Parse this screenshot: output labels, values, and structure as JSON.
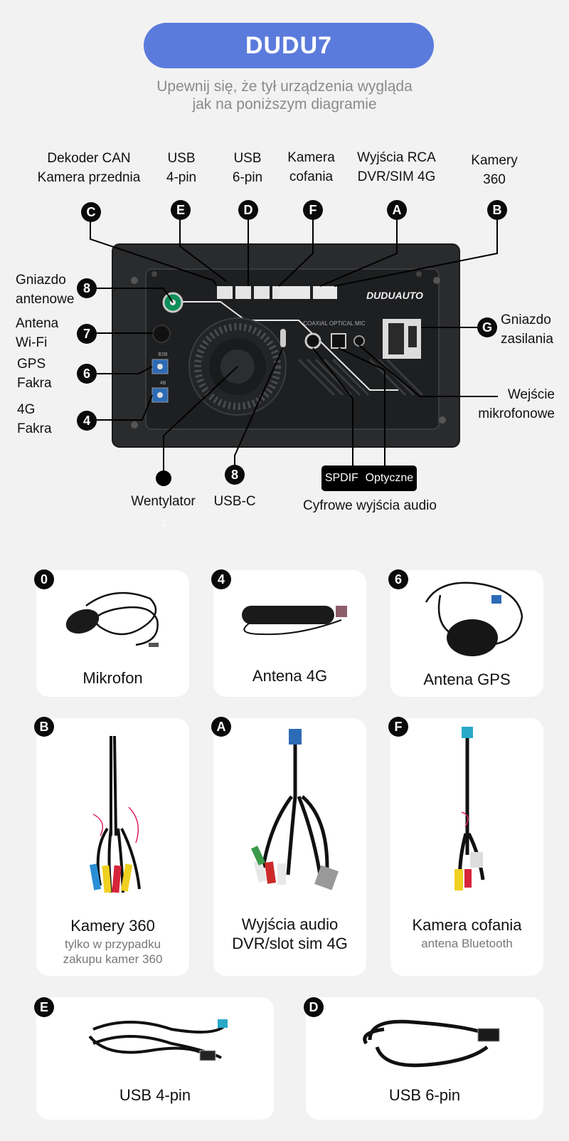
{
  "header": {
    "title": "DUDU7",
    "subtitle_line1": "Upewnij się, że tył urządzenia wygląda",
    "subtitle_line2": "jak na poniższym diagramie"
  },
  "diagram": {
    "brand": "DUDUAUTO",
    "port_text": "COAXIAL  OPTICAL  MIC",
    "fakra_gps_code": "B2B",
    "fakra_4g_code": "4B",
    "top_labels": [
      {
        "line1": "Dekoder CAN",
        "line2": "Kamera przednia",
        "badge": "C"
      },
      {
        "line1": "USB",
        "line2": "4-pin",
        "badge": "E"
      },
      {
        "line1": "USB",
        "line2": "6-pin",
        "badge": "D"
      },
      {
        "line1": "Kamera",
        "line2": "cofania",
        "badge": "F"
      },
      {
        "line1": "Wyjścia RCA",
        "line2": "DVR/SIM 4G",
        "badge": "A"
      },
      {
        "line1": "Kamery",
        "line2": "360",
        "badge": "B"
      }
    ],
    "left_labels": [
      {
        "line1": "Gniazdo",
        "line2": "antenowe",
        "badge": "8"
      },
      {
        "line1": "Antena",
        "line2": "Wi-Fi",
        "badge": "7"
      },
      {
        "line1": "GPS",
        "line2": "Fakra",
        "badge": "6"
      },
      {
        "line1": "4G",
        "line2": "Fakra",
        "badge": "4"
      }
    ],
    "right_labels": [
      {
        "line1": "Gniazdo",
        "line2": "zasilania",
        "badge": "G"
      },
      {
        "line1": "Wejście",
        "line2": "mikrofonowe"
      }
    ],
    "bottom": {
      "fan_label": "Wentylator",
      "fan_sub": "3",
      "usbc_label": "USB-C",
      "usbc_badge": "8",
      "spdif": "SPDIF",
      "optical": "Optyczne",
      "digital_audio": "Cyfrowe wyjścia audio"
    }
  },
  "cards": [
    {
      "badge": "0",
      "title": "Mikrofon"
    },
    {
      "badge": "4",
      "title": "Antena 4G"
    },
    {
      "badge": "6",
      "title": "Antena GPS"
    },
    {
      "badge": "B",
      "title": "Kamery 360",
      "sub1": "tylko w przypadku",
      "sub2": "zakupu kamer 360"
    },
    {
      "badge": "A",
      "title": "Wyjścia audio",
      "title2": "DVR/slot sim 4G"
    },
    {
      "badge": "F",
      "title": "Kamera cofania",
      "sub1": "antena Bluetooth"
    },
    {
      "badge": "E",
      "title": "USB 4-pin"
    },
    {
      "badge": "D",
      "title": "USB 6-pin"
    }
  ]
}
